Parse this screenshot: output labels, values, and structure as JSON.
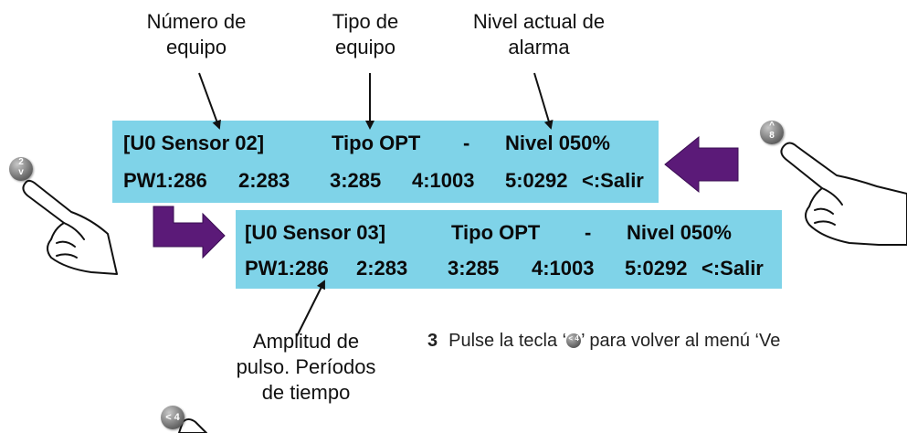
{
  "captions": {
    "device_number": "Número de\nequipo",
    "device_type": "Tipo de\nequipo",
    "alarm_level": "Nivel actual de\nalarma",
    "pulse_width": "Amplitud de\npulso. Períodos\nde tiempo"
  },
  "lcd1": {
    "line1": {
      "id": "[U0 Sensor 02]",
      "type": "Tipo OPT",
      "dash": "-",
      "level": "Nivel 050%"
    },
    "line2": {
      "pw1": "PW1:286",
      "pw2": "2:283",
      "pw3": "3:285",
      "pw4": "4:1003",
      "pw5": "5:0292",
      "exit": "<:Salir"
    }
  },
  "lcd2": {
    "line1": {
      "id": "[U0 Sensor 03]",
      "type": "Tipo OPT",
      "dash": "-",
      "level": "Nivel 050%"
    },
    "line2": {
      "pw1": "PW1:286",
      "pw2": "2:283",
      "pw3": "3:285",
      "pw4": "4:1003",
      "pw5": "5:0292",
      "exit": "<:Salir"
    }
  },
  "keys": {
    "down": {
      "top": "2",
      "bottom": "v"
    },
    "up": {
      "top": "^",
      "bottom": "8"
    },
    "back": {
      "label": "< 4"
    }
  },
  "step": {
    "number": "3",
    "text_before": "Pulse la tecla ‘",
    "key_label": "< 4",
    "text_after": "’ para volver al menú ‘Ve"
  },
  "colors": {
    "lcd_background": "#7fd3e8",
    "arrow_purple": "#5b1a78"
  }
}
